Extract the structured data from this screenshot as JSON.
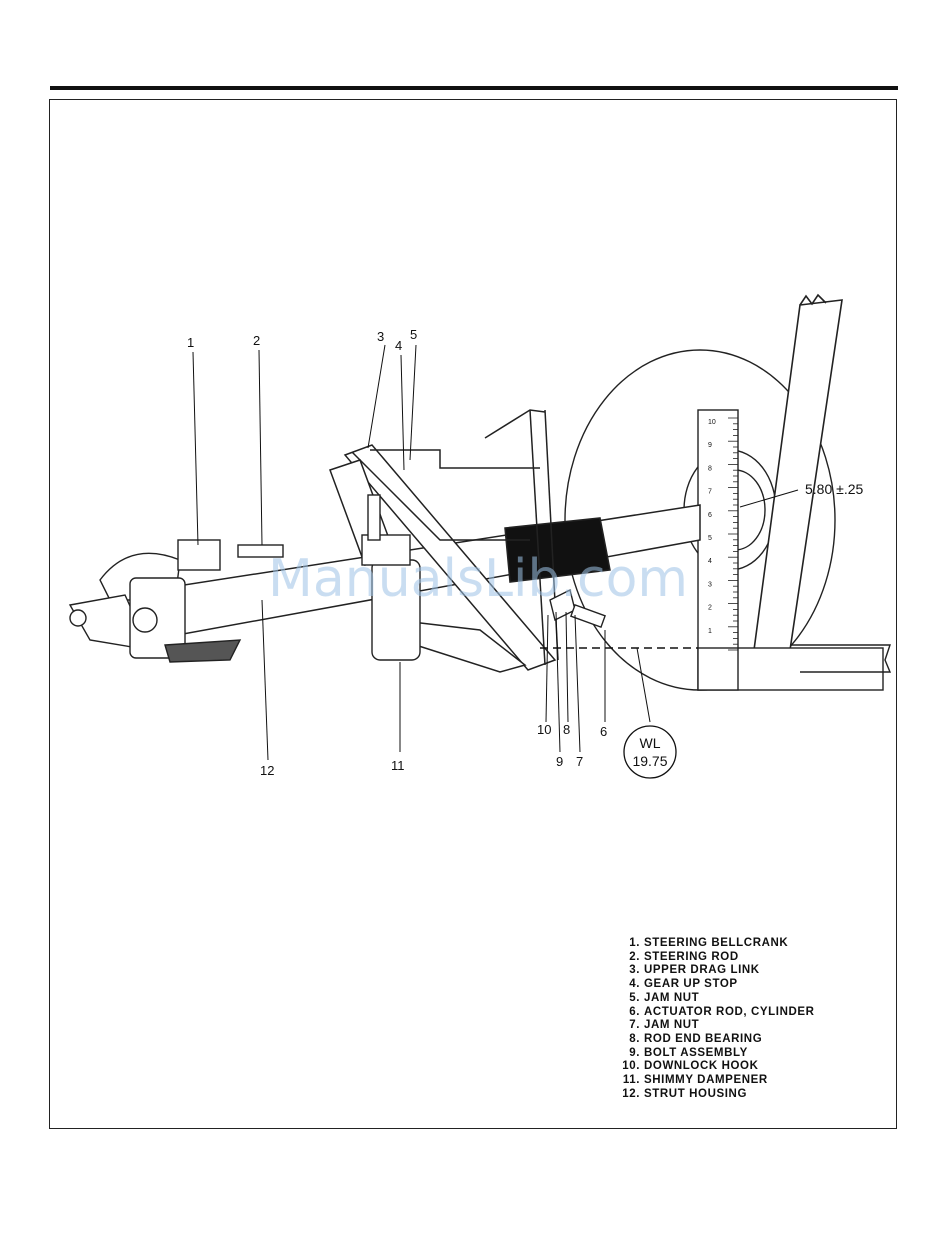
{
  "figure": {
    "callouts": [
      "1",
      "2",
      "3",
      "4",
      "5",
      "6",
      "7",
      "8",
      "9",
      "10",
      "11",
      "12"
    ],
    "dimension": "5.80 ±.25",
    "waterline": {
      "label": "WL",
      "value": "19.75"
    },
    "watermark": "ManualsLib.com"
  },
  "legend": [
    {
      "num": "1.",
      "text": "STEERING BELLCRANK"
    },
    {
      "num": "2.",
      "text": "STEERING ROD"
    },
    {
      "num": "3.",
      "text": "UPPER DRAG LINK"
    },
    {
      "num": "4.",
      "text": "GEAR UP STOP"
    },
    {
      "num": "5.",
      "text": "JAM NUT"
    },
    {
      "num": "6.",
      "text": "ACTUATOR ROD, CYLINDER"
    },
    {
      "num": "7.",
      "text": "JAM NUT"
    },
    {
      "num": "8.",
      "text": "ROD END BEARING"
    },
    {
      "num": "9.",
      "text": "BOLT ASSEMBLY"
    },
    {
      "num": "10.",
      "text": "DOWNLOCK HOOK"
    },
    {
      "num": "11.",
      "text": "SHIMMY DAMPENER"
    },
    {
      "num": "12.",
      "text": "STRUT HOUSING"
    }
  ],
  "ruler_ticks": [
    "10",
    "9",
    "8",
    "7",
    "6",
    "5",
    "4",
    "3",
    "2",
    "1"
  ]
}
